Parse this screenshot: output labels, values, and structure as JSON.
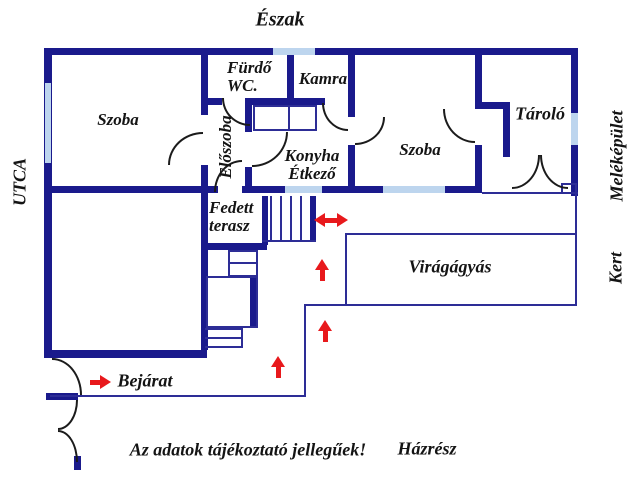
{
  "labels": {
    "north": "Észak",
    "street": "UTCA",
    "outbuilding_side": "Meléképület",
    "garden_side": "Kert",
    "house_part": "Házrész",
    "disclaimer": "Az adatok tájékoztató jellegűek!"
  },
  "rooms": {
    "room_nw": "Szoba",
    "bathroom_l1": "Fürdő",
    "bathroom_l2": "WC.",
    "pantry": "Kamra",
    "hallway": "Előszoba",
    "kitchen_l1": "Konyha",
    "kitchen_l2": "Étkező",
    "room_mid": "Szoba",
    "storage": "Tároló",
    "terrace_l1": "Fedett",
    "terrace_l2": "terasz",
    "flowerbed": "Virágágyás",
    "entrance": "Bejárat"
  },
  "colors": {
    "wall": "#1a1a8c",
    "window": "#bdd5ee",
    "thin_line": "#2d2d96",
    "door_arc": "#1b1b1b",
    "arrow_red": "#e8191c",
    "text": "#141414",
    "background": "#ffffff"
  }
}
